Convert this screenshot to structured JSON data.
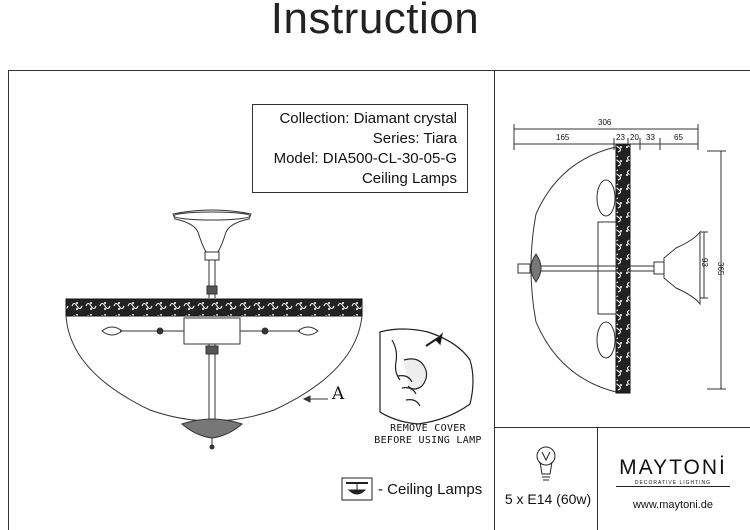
{
  "page": {
    "title": "Instruction"
  },
  "info": {
    "collection": "Collection: Diamant crystal",
    "series": "Series: Tiara",
    "model": "Model: DIA500-CL-30-05-G",
    "type": "Ceiling Lamps"
  },
  "callout": {
    "part_label": "A"
  },
  "notice": {
    "line1": "REMOVE COVER",
    "line2": "BEFORE USING LAMP"
  },
  "legend": {
    "label": "- Ceiling Lamps",
    "icon": "ceiling-lamp-icon"
  },
  "bulb": {
    "label": "5 x E14 (60w)",
    "icon": "light-bulb-icon"
  },
  "brand": {
    "name": "MAYTONİ",
    "tagline": "DECORATIVE LIGHTING",
    "website": "www.maytoni.de"
  },
  "dimensions": {
    "total_width": "306",
    "d1": "165",
    "d2": "23",
    "d3": "20",
    "d4": "33",
    "d5": "65",
    "height": "365",
    "mount": "93"
  }
}
